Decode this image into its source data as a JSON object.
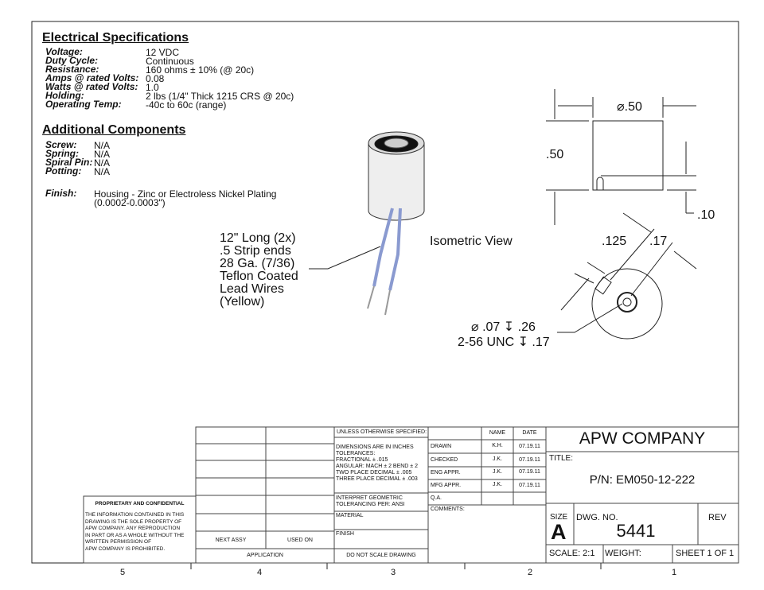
{
  "electrical": {
    "heading": "Electrical Specifications",
    "rows": [
      {
        "label": "Voltage:",
        "value": "12 VDC"
      },
      {
        "label": "Duty Cycle:",
        "value": "Continuous"
      },
      {
        "label": "Resistance:",
        "value": "160 ohms ± 10% (@ 20c)"
      },
      {
        "label": "Amps @ rated Volts:",
        "value": "0.08"
      },
      {
        "label": "Watts @ rated Volts:",
        "value": "1.0"
      },
      {
        "label": "Holding:",
        "value": "2 lbs (1/4\" Thick 1215 CRS @ 20c)"
      },
      {
        "label": "Operating Temp:",
        "value": "-40c to 60c (range)"
      }
    ]
  },
  "additional": {
    "heading": "Additional Components",
    "rows": [
      {
        "label": "Screw:",
        "value": "N/A"
      },
      {
        "label": "Spring:",
        "value": "N/A"
      },
      {
        "label": "Spiral Pin:",
        "value": "N/A"
      },
      {
        "label": "Potting:",
        "value": "N/A"
      }
    ],
    "finish_label": "Finish:",
    "finish_value": [
      "Housing - Zinc or Electroless Nickel Plating",
      "(0.0002-0.0003\")"
    ]
  },
  "callout_wires": [
    "12\" Long (2x)",
    ".5 Strip ends",
    "28 Ga. (7/36)",
    "Teflon Coated",
    "Lead Wires",
    "(Yellow)"
  ],
  "iso_label": "Isometric View",
  "dims": {
    "dia": "⌀.50",
    "height": ".50",
    "offset": ".10",
    "d125": ".125",
    "d17": ".17",
    "hole1": "⌀ .07 ↧ .26",
    "hole2": "2-56 UNC ↧ .17"
  },
  "proprietary": {
    "title": "PROPRIETARY AND CONFIDENTIAL",
    "lines": [
      "THE INFORMATION CONTAINED IN THIS",
      "DRAWING IS THE SOLE PROPERTY OF",
      "APW COMPANY.  ANY  REPRODUCTION",
      "IN PART OR AS A WHOLE WITHOUT THE",
      "WRITTEN PERMISSION OF",
      "APW COMPANY IS PROHIBITED."
    ]
  },
  "app": {
    "next_assy": "NEXT ASSY",
    "used_on": "USED ON",
    "application": "APPLICATION"
  },
  "tol": {
    "unless": "UNLESS OTHERWISE SPECIFIED:",
    "lines": [
      "DIMENSIONS ARE IN INCHES",
      "TOLERANCES:",
      "FRACTIONAL ± .015",
      "ANGULAR: MACH ± 2   BEND ± 2",
      "TWO PLACE DECIMAL    ± .005",
      "THREE PLACE DECIMAL  ± .003"
    ],
    "geo": [
      "INTERPRET GEOMETRIC",
      "TOLERANCING PER: ANSI"
    ],
    "material": "MATERIAL",
    "finish": "FINISH",
    "noscale": "DO NOT SCALE DRAWING"
  },
  "signoff": {
    "name_h": "NAME",
    "date_h": "DATE",
    "rows": [
      {
        "role": "DRAWN",
        "name": "K.H.",
        "date": "07.19.11"
      },
      {
        "role": "CHECKED",
        "name": "J.K.",
        "date": "07.19.11"
      },
      {
        "role": "ENG APPR.",
        "name": "J.K.",
        "date": "07.19.11"
      },
      {
        "role": "MFG APPR.",
        "name": "J.K.",
        "date": "07.19.11"
      },
      {
        "role": "Q.A.",
        "name": "",
        "date": ""
      }
    ],
    "comments": "COMMENTS:"
  },
  "title_block": {
    "company": "APW COMPANY",
    "title_label": "TITLE:",
    "part": "P/N: EM050-12-222",
    "size_label": "SIZE",
    "size": "A",
    "dwg_label": "DWG.  NO.",
    "dwg_no": "5441",
    "rev_label": "REV",
    "scale": "SCALE: 2:1",
    "weight": "WEIGHT:",
    "sheet": "SHEET 1 OF 1"
  },
  "zones": [
    "5",
    "4",
    "3",
    "2",
    "1"
  ]
}
